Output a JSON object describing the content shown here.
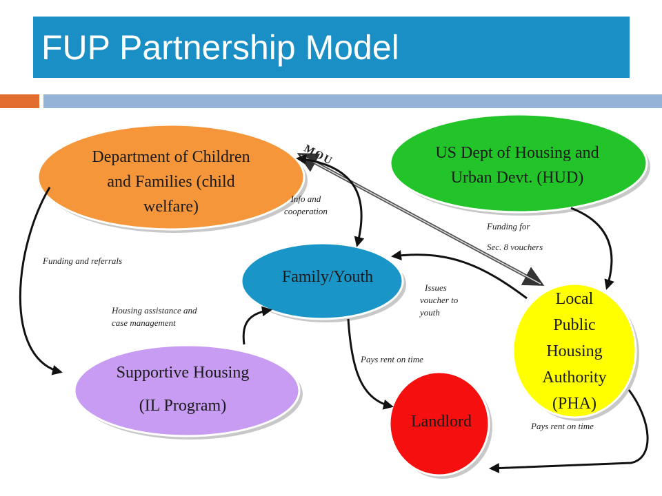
{
  "slide": {
    "title": "FUP Partnership Model",
    "colors": {
      "title_bar": "#1a8fc5",
      "accent_orange": "#e36c2f",
      "accent_blue": "#94b3d6"
    }
  },
  "nodes": {
    "dcf": {
      "label_lines": [
        "Department of Children",
        "and Families (child",
        "welfare)"
      ],
      "color": "#f5963a"
    },
    "hud": {
      "label_lines": [
        "US Dept of Housing and",
        "Urban Devt. (HUD)"
      ],
      "color": "#22c42a"
    },
    "family": {
      "label": "Family/Youth",
      "color": "#1a95c8"
    },
    "pha": {
      "label_lines": [
        "Local",
        "Public",
        "Housing",
        "Authority",
        "(PHA)"
      ],
      "color": "#ffff00"
    },
    "supportive": {
      "label_lines": [
        "Supportive Housing",
        "(IL Program)"
      ],
      "color": "#c79cf2"
    },
    "landlord": {
      "label": "Landlord",
      "color": "#f50f0f"
    }
  },
  "edge_labels": {
    "mou": "MOU",
    "info_coop": [
      "Info and",
      "cooperation"
    ],
    "funding_vouchers": [
      "Funding for",
      "Sec. 8 vouchers"
    ],
    "funding_referrals": "Funding and referrals",
    "housing_assist": [
      " Housing assistance and",
      "case management"
    ],
    "issues_voucher": [
      "Issues",
      "voucher to",
      "youth"
    ],
    "pays_rent_family": "Pays rent on time",
    "pays_rent_pha": "Pays rent on time"
  }
}
